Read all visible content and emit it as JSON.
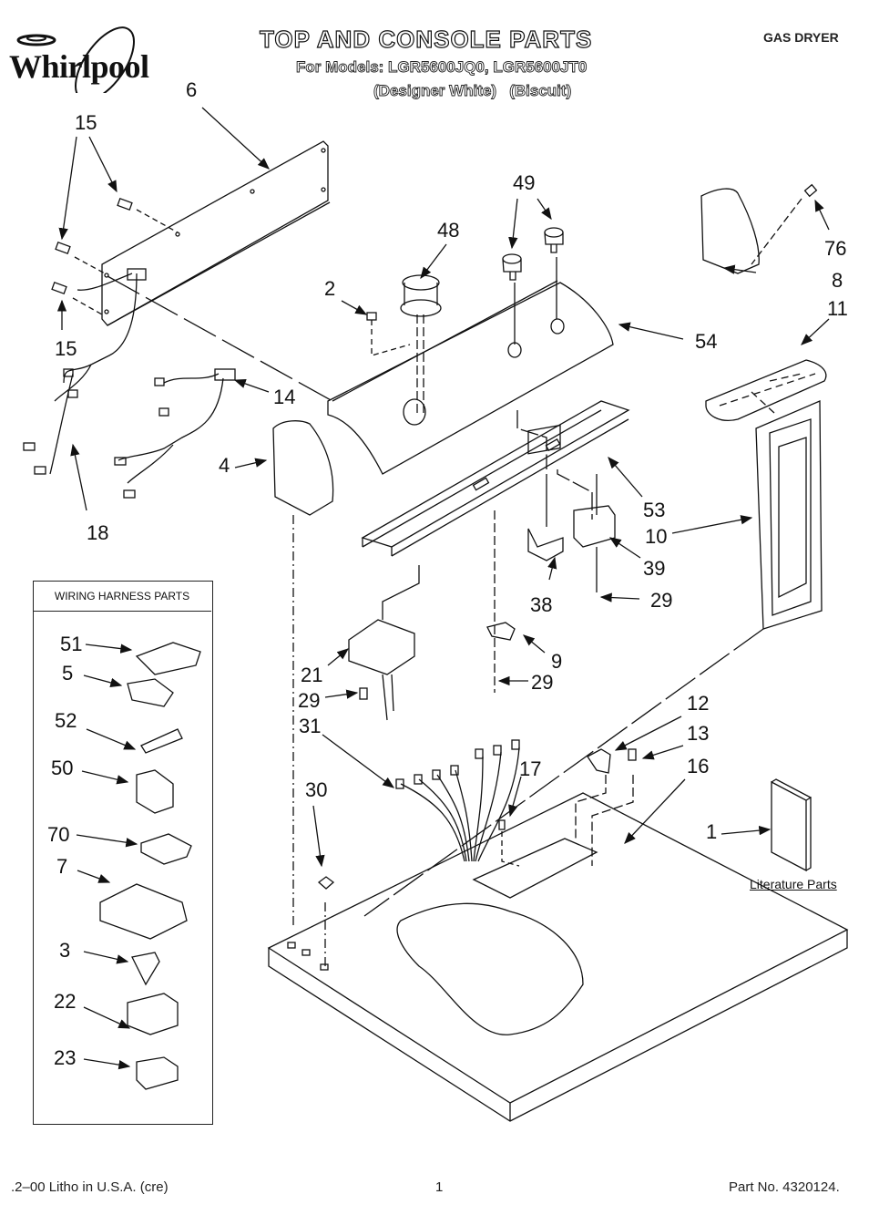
{
  "header": {
    "brand": "Whirlpool",
    "title": "TOP AND CONSOLE PARTS",
    "models_line": "For Models: LGR5600JQ0, LGR5600JT0",
    "colors_line": "(Designer White)   (Biscuit)",
    "doc_type": "GAS DRYER"
  },
  "wiring_harness": {
    "title": "WIRING HARNESS PARTS",
    "parts": [
      "51",
      "5",
      "52",
      "50",
      "70",
      "7",
      "3",
      "22",
      "23"
    ]
  },
  "literature": {
    "part": "1",
    "label": "Literature Parts"
  },
  "callouts": {
    "p6": "6",
    "p15a": "15",
    "p15b": "15",
    "p14": "14",
    "p18": "18",
    "p4": "4",
    "p2": "2",
    "p48": "48",
    "p49": "49",
    "p54": "54",
    "p76": "76",
    "p8": "8",
    "p11": "11",
    "p53": "53",
    "p10": "10",
    "p39": "39",
    "p38": "38",
    "p29a": "29",
    "p29b": "29",
    "p29c": "29",
    "p9": "9",
    "p21": "21",
    "p31": "31",
    "p30": "30",
    "p17": "17",
    "p12": "12",
    "p13": "13",
    "p16": "16"
  },
  "footer": {
    "print_info": ".2–00 Litho in U.S.A. (cre)",
    "page_number": "1",
    "part_number": "Part No. 4320124."
  }
}
